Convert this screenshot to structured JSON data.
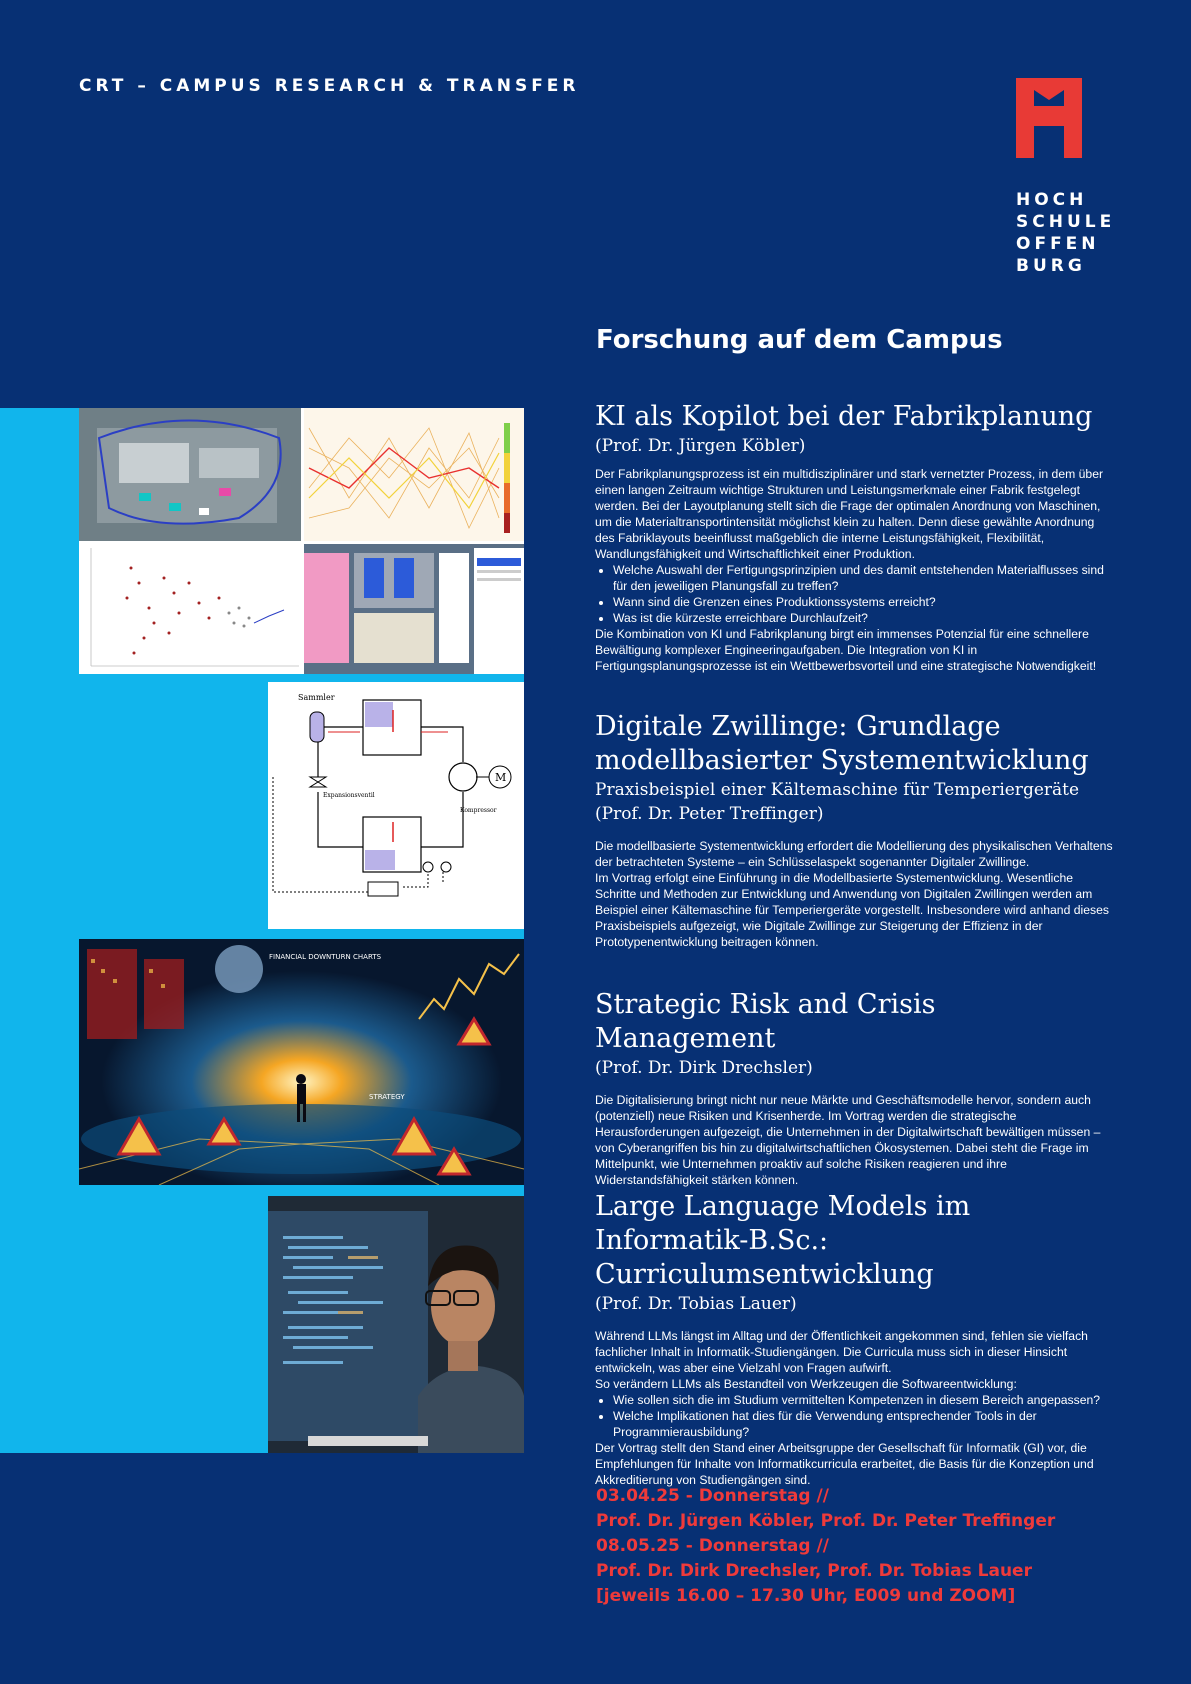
{
  "header": {
    "title": "CRT – CAMPUS RESEARCH & TRANSFER"
  },
  "logo": {
    "lines": [
      "HOCH",
      "SCHULE",
      "OFFEN",
      "BURG"
    ],
    "color": "#e83a36"
  },
  "colors": {
    "background": "#073074",
    "band": "#11b5ec",
    "accent": "#ef3a3a"
  },
  "section_heading": "Forschung auf dem Campus",
  "talks": [
    {
      "title": "KI als Kopilot bei der Fabrikplanung",
      "subtitle": "(Prof. Dr. Jürgen Köbler)",
      "intro": "Der Fabrikplanungsprozess ist ein multidisziplinärer und stark vernetzter Prozess, in dem über einen langen Zeitraum wichtige Strukturen und Leistungsmerkmale einer Fabrik festgelegt werden. Bei der Layoutplanung stellt sich die Frage der optimalen Anordnung von Maschinen, um die Materialtransportintensität möglichst klein zu halten. Denn diese gewählte Anordnung des Fabriklayouts beeinflusst maßgeblich die interne Leistungsfähigkeit, Flexibilität, Wandlungsfähigkeit und Wirtschaftlichkeit einer Produktion.",
      "bullets": [
        "Welche Auswahl der Fertigungsprinzipien und des damit entstehenden Materialflusses sind für den jeweiligen Planungsfall zu treffen?",
        "Wann sind die Grenzen eines Produktionssystems erreicht?",
        "Was ist die kürzeste erreichbare Durchlaufzeit?"
      ],
      "outro": "Die Kombination von KI und Fabrikplanung birgt ein immenses Potenzial für eine schnellere Bewältigung komplexer Engineeringaufgaben. Die Integration von KI in Fertigungsplanungsprozesse ist ein Wettbewerbsvorteil und eine strategische Notwendigkeit!"
    },
    {
      "title": "Digitale Zwillinge: Grundlage modellbasierter Systementwicklung",
      "subtitle": "Praxisbeispiel einer Kältemaschine für Temperiergeräte",
      "subtitle2": "(Prof. Dr. Peter Treffinger)",
      "intro": "Die modellbasierte Systementwicklung erfordert die Modellierung des physikalischen Verhaltens der betrachteten Systeme – ein Schlüsselaspekt sogenannter Digitaler Zwillinge.",
      "outro": "Im Vortrag erfolgt eine Einführung in die Modellbasierte Systementwicklung. Wesentliche Schritte und Methoden zur Entwicklung und Anwendung von Digitalen Zwillingen werden am Beispiel einer Kältemaschine für Temperiergeräte vorgestellt. Insbesondere wird anhand dieses Praxisbeispiels aufgezeigt, wie Digitale Zwillinge zur Steigerung der Effizienz in der Prototypenentwicklung beitragen können."
    },
    {
      "title": "Strategic Risk and Crisis Management",
      "subtitle": "(Prof. Dr. Dirk Drechsler)",
      "intro": "Die Digitalisierung bringt nicht nur neue Märkte und Geschäftsmodelle hervor, sondern auch (potenziell) neue Risiken und Krisenherde. Im Vortrag werden die strategische Herausforderungen aufgezeigt, die Unternehmen in der Digitalwirtschaft bewältigen müssen – von Cyberangriffen bis hin zu digitalwirtschaftlichen Ökosystemen. Dabei steht die Frage im Mittelpunkt, wie Unternehmen proaktiv auf solche Risiken reagieren und ihre Widerstandsfähigkeit stärken können."
    },
    {
      "title": "Large Language Models im Informatik-B.Sc.: Curriculumsentwicklung",
      "subtitle": "(Prof. Dr. Tobias Lauer)",
      "intro": "Während LLMs längst im Alltag und der Öffentlichkeit angekommen sind, fehlen sie vielfach fachlicher Inhalt in Informatik-Studiengängen. Die Curricula muss sich in dieser Hinsicht entwickeln, was aber eine Vielzahl von Fragen aufwirft.",
      "intro2": "So verändern LLMs als Bestandteil von Werkzeugen die Softwareentwicklung:",
      "bullets": [
        "Wie sollen sich die im Studium vermittelten Kompetenzen in diesem Bereich angepassen?",
        "Welche Implikationen hat dies für die Verwendung entsprechender Tools in der Programmierausbildung?"
      ],
      "outro": "Der Vortrag stellt den Stand einer Arbeitsgruppe der Gesellschaft für Informatik (GI) vor, die Empfehlungen für Inhalte von Informatikcurricula erarbeitet, die Basis für die Konzeption und Akkreditierung von Studiengängen sind."
    }
  ],
  "dates": [
    "03.04.25 - Donnerstag //",
    "Prof. Dr. Jürgen Köbler, Prof. Dr. Peter Treffinger",
    "08.05.25 - Donnerstag //",
    "Prof. Dr.  Dirk Drechsler, Prof. Dr. Tobias Lauer",
    "[jeweils 16.00 – 17.30 Uhr, E009 und ZOOM]"
  ],
  "images": {
    "diagram_labels": [
      "Sammler",
      "Expansionsventil",
      "Kompressor",
      "M"
    ],
    "risk_labels": [
      "FINANCIAL DOWNTURN CHARTS",
      "STRATEGY"
    ]
  }
}
